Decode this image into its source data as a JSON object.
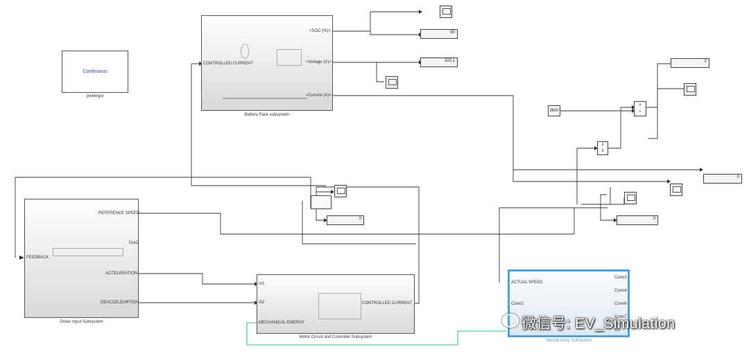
{
  "powergui": {
    "block_text": "Continuous",
    "caption": "powergui"
  },
  "battery": {
    "caption": "Battery Pack subsystem",
    "in_port": "CONTROLLED CURRENT",
    "out_ports": [
      "<SOC (%)>",
      "<Voltage (V)>",
      "<Current (A)>"
    ]
  },
  "driver": {
    "caption": "Driver Input Subsystem",
    "in_port": "FEEDBACK",
    "out_ports": [
      "REFERENCE SPEED",
      "Out2",
      "ACCELERATION",
      "DEACCELEARTION"
    ]
  },
  "motor": {
    "caption": "Motor Circuit and Controller Subsystem",
    "in_ports": [
      "In1",
      "In2",
      "MECHANICAL ENERGY"
    ],
    "out_port": "CONTROLLED CURRENT"
  },
  "vehicle": {
    "caption": "Vehicle Body Subsystem",
    "left_ports": [
      "ACTUAL SPEED",
      "Conn2"
    ],
    "right_ports": [
      "Conn3",
      "Conn4",
      "Conn6",
      "Conn7",
      "Co"
    ]
  },
  "displays": {
    "soc": "90",
    "voltage": "325.1",
    "energy": "0",
    "energy_right": "0",
    "motor_out": "0",
    "speed_out": "0"
  },
  "constants": {
    "c3600": "3600",
    "gain_top": "1",
    "gain_bottom": "s"
  },
  "product": {
    "top": "×",
    "bottom": "÷"
  },
  "watermark": "微信号: EV_Simulation"
}
